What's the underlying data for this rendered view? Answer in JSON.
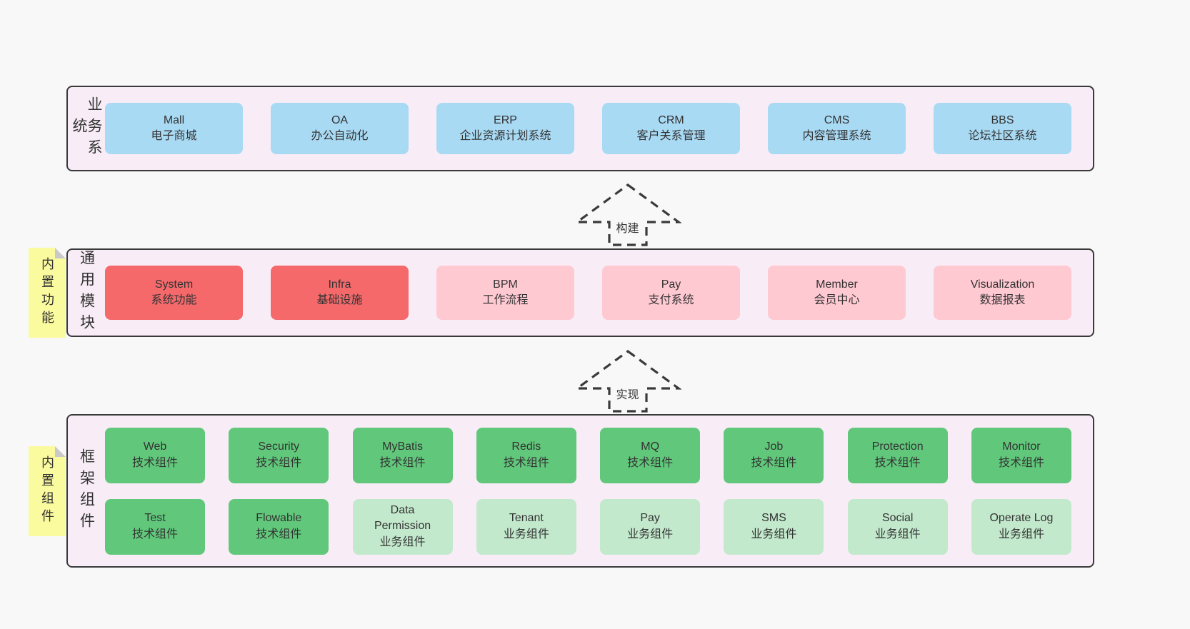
{
  "colors": {
    "page_bg": "#f8f8f8",
    "panel_bg": "#f8edf6",
    "panel_border": "#3a3a3a",
    "blue": "#a9daf4",
    "red": "#f5696b",
    "pink": "#ffc9d2",
    "green": "#61c87b",
    "green_light": "#c3e9cd",
    "sticky_bg": "#fafa9e",
    "sticky_fold": "#c9c9c9",
    "text": "#333333"
  },
  "arrows": [
    {
      "label": "构建"
    },
    {
      "label": "实现"
    }
  ],
  "sections": {
    "business": {
      "label": "业务系统",
      "items": [
        {
          "title": "Mall",
          "subtitle": "电子商城",
          "variant": "blue"
        },
        {
          "title": "OA",
          "subtitle": "办公自动化",
          "variant": "blue"
        },
        {
          "title": "ERP",
          "subtitle": "企业资源计划系统",
          "variant": "blue"
        },
        {
          "title": "CRM",
          "subtitle": "客户关系管理",
          "variant": "blue"
        },
        {
          "title": "CMS",
          "subtitle": "内容管理系统",
          "variant": "blue"
        },
        {
          "title": "BBS",
          "subtitle": "论坛社区系统",
          "variant": "blue"
        }
      ]
    },
    "modules": {
      "label": "通用模块",
      "sticky": "内置功能",
      "items": [
        {
          "title": "System",
          "subtitle": "系统功能",
          "variant": "red"
        },
        {
          "title": "Infra",
          "subtitle": "基础设施",
          "variant": "red"
        },
        {
          "title": "BPM",
          "subtitle": "工作流程",
          "variant": "pink"
        },
        {
          "title": "Pay",
          "subtitle": "支付系统",
          "variant": "pink"
        },
        {
          "title": "Member",
          "subtitle": "会员中心",
          "variant": "pink"
        },
        {
          "title": "Visualization",
          "subtitle": "数据报表",
          "variant": "pink"
        }
      ]
    },
    "components": {
      "label": "框架组件",
      "sticky": "内置组件",
      "rows": [
        [
          {
            "title": "Web",
            "subtitle": "技术组件",
            "variant": "green"
          },
          {
            "title": "Security",
            "subtitle": "技术组件",
            "variant": "green"
          },
          {
            "title": "MyBatis",
            "subtitle": "技术组件",
            "variant": "green"
          },
          {
            "title": "Redis",
            "subtitle": "技术组件",
            "variant": "green"
          },
          {
            "title": "MQ",
            "subtitle": "技术组件",
            "variant": "green"
          },
          {
            "title": "Job",
            "subtitle": "技术组件",
            "variant": "green"
          },
          {
            "title": "Protection",
            "subtitle": "技术组件",
            "variant": "green"
          },
          {
            "title": "Monitor",
            "subtitle": "技术组件",
            "variant": "green"
          }
        ],
        [
          {
            "title": "Test",
            "subtitle": "技术组件",
            "variant": "green"
          },
          {
            "title": "Flowable",
            "subtitle": "技术组件",
            "variant": "green"
          },
          {
            "title": "Data\nPermission",
            "subtitle": "业务组件",
            "variant": "green-light"
          },
          {
            "title": "Tenant",
            "subtitle": "业务组件",
            "variant": "green-light"
          },
          {
            "title": "Pay",
            "subtitle": "业务组件",
            "variant": "green-light"
          },
          {
            "title": "SMS",
            "subtitle": "业务组件",
            "variant": "green-light"
          },
          {
            "title": "Social",
            "subtitle": "业务组件",
            "variant": "green-light"
          },
          {
            "title": "Operate Log",
            "subtitle": "业务组件",
            "variant": "green-light"
          }
        ]
      ]
    }
  }
}
